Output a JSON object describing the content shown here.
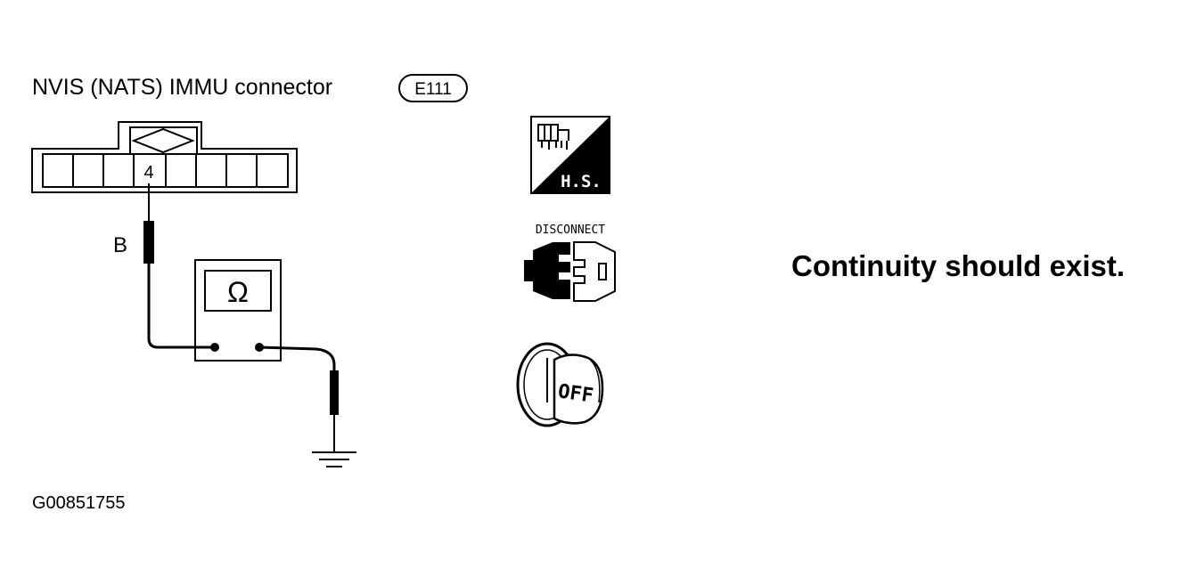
{
  "connector": {
    "title": "NVIS (NATS) IMMU connector",
    "code": "E111",
    "terminal": "4"
  },
  "wire_color": "B",
  "meter_symbol": "Ω",
  "icons": {
    "harness_side": {
      "name": "harness-side-icon",
      "text": "H.S."
    },
    "disconnect": {
      "name": "disconnect-connector-icon",
      "text": "DISCONNECT"
    },
    "ignition_off": {
      "name": "ignition-off-key-icon",
      "text": "OFF"
    }
  },
  "result_text": "Continuity should exist.",
  "figure_id": "G00851755"
}
